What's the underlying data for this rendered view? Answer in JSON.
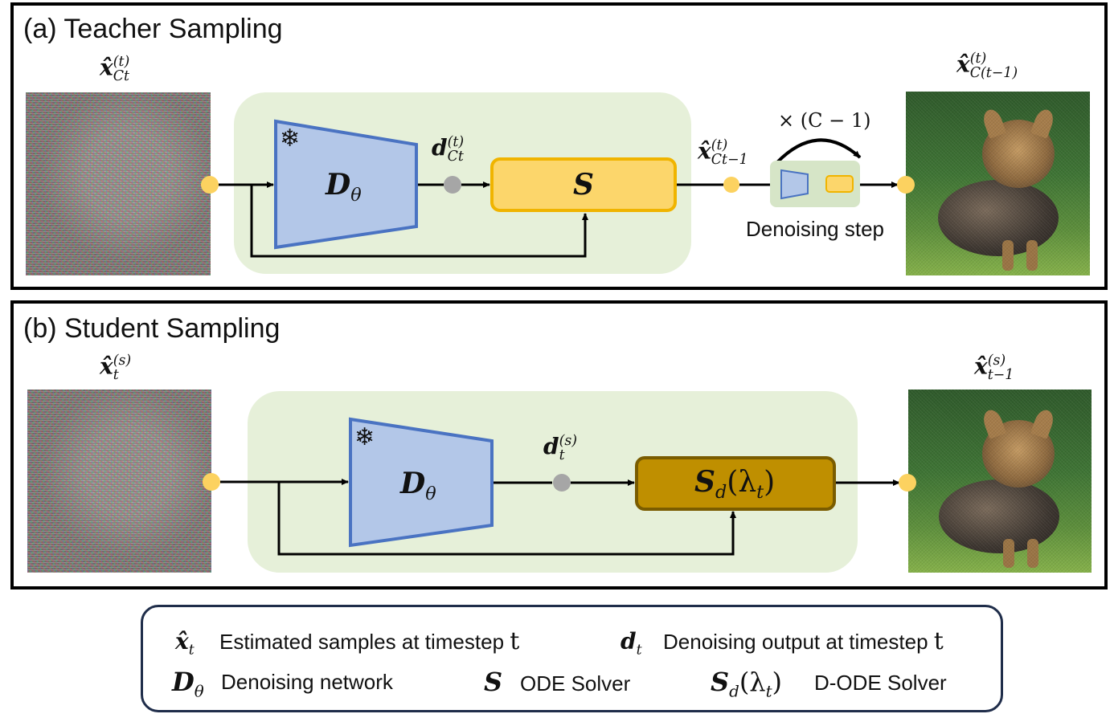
{
  "panel_a": {
    "title": "(a) Teacher Sampling",
    "input_label": {
      "base": "x̂",
      "sup": "(t)",
      "sub": "Ct"
    },
    "output_label": {
      "base": "x̂",
      "sup": "(t)",
      "sub": "C(t−1)"
    },
    "network_label": {
      "base": "D",
      "sub": "θ"
    },
    "denoise_label": {
      "base": "d",
      "sup": "(t)",
      "sub": "Ct"
    },
    "solver_label": "S",
    "mid_label": {
      "base": "x̂",
      "sup": "(t)",
      "sub": "Ct−1"
    },
    "repeat_label": "× (C − 1)",
    "step_caption": "Denoising step",
    "frozen_icon": "snowflake-icon"
  },
  "panel_b": {
    "title": "(b) Student Sampling",
    "input_label": {
      "base": "x̂",
      "sup": "(s)",
      "sub": "t"
    },
    "output_label": {
      "base": "x̂",
      "sup": "(s)",
      "sub": "t−1"
    },
    "network_label": {
      "base": "D",
      "sub": "θ"
    },
    "denoise_label": {
      "base": "d",
      "sup": "(s)",
      "sub": "t"
    },
    "solver_label": {
      "base": "S",
      "sub": "d",
      "arg": "(λ",
      "arg_sub": "t",
      "close": ")"
    },
    "frozen_icon": "snowflake-icon"
  },
  "legend": {
    "items": [
      {
        "symbol": "x̂",
        "sub": "t",
        "text": "Estimated samples at timestep",
        "var": "t"
      },
      {
        "symbol": "d",
        "sub": "t",
        "text": "Denoising output at timestep",
        "var": "t"
      },
      {
        "symbol": "D",
        "sub": "θ",
        "text": "Denoising network"
      },
      {
        "symbol": "S",
        "text": "ODE Solver"
      },
      {
        "symbol": "S",
        "sub": "d",
        "arg": "(λ",
        "arg_sub": "t",
        "close": ")",
        "text": "D-ODE Solver"
      }
    ]
  },
  "colors": {
    "green_bg": "#e6f0d9",
    "network_fill": "#b3c7e8",
    "network_stroke": "#4a73c2",
    "teacher_solver_fill": "#fcd66b",
    "teacher_solver_stroke": "#f0b400",
    "student_solver_fill": "#bf8f00",
    "student_solver_stroke": "#7a5c00",
    "node_yellow": "#fcd260",
    "node_gray": "#a6a6a6",
    "legend_border": "#1f2d4a"
  }
}
